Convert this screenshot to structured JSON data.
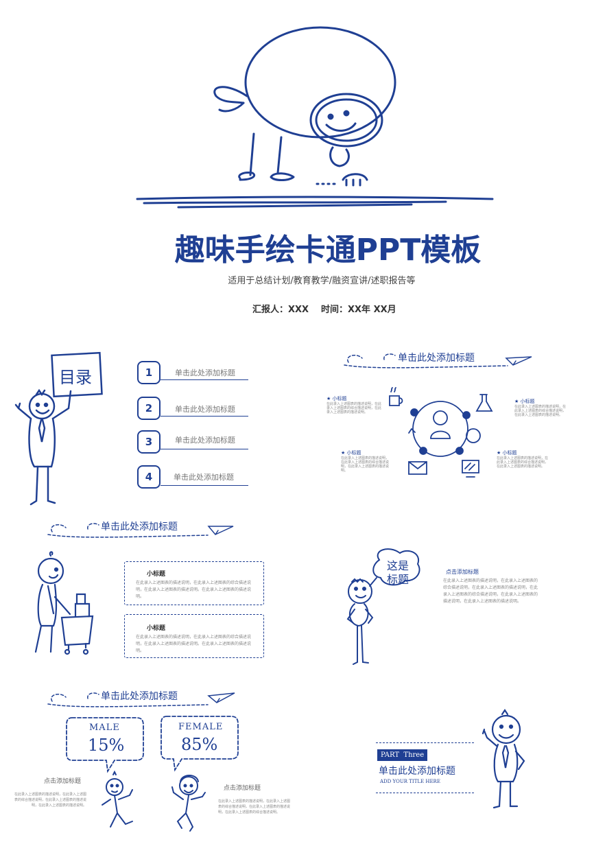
{
  "cover": {
    "title": "趣味手绘卡通PPT模板",
    "subtitle": "适用于总结计划/教育教学/融资宣讲/述职报告等",
    "reporter": "汇报人：XXX",
    "time": "时间：XX年 XX月"
  },
  "toc": {
    "sign": "目录",
    "items": [
      {
        "num": "1",
        "label": "单击此处添加标题"
      },
      {
        "num": "2",
        "label": "单击此处添加标题"
      },
      {
        "num": "3",
        "label": "单击此处添加标题"
      },
      {
        "num": "4",
        "label": "单击此处添加标题"
      }
    ]
  },
  "cycle": {
    "title": "单击此处添加标题",
    "items": [
      {
        "title": "小标题",
        "text": "在此录入上述图表的描述说明，在此录入上述图表的综合描述说明，在此录入上述图表的描述说明。"
      },
      {
        "title": "小标题",
        "text": "在此录入上述图表的描述说明，在此录入上述图表的综合描述说明，在此录入上述图表的描述说明。"
      },
      {
        "title": "小标题",
        "text": "在此录入上述图表的描述说明，在此录入上述图表的综合描述说明，在此录入上述图表的描述说明。"
      },
      {
        "title": "小标题",
        "text": "在此录入上述图表的描述说明，在此录入上述图表的综合描述说明，在此录入上述图表的描述说明。"
      }
    ]
  },
  "boxes": {
    "title": "单击此处添加标题",
    "items": [
      {
        "title": "小标题",
        "text": "在此录入上述图表的描述说明，在此录入上述图表的综合描述说明，在此录入上述图表的描述说明。在此录入上述图表的描述说明。"
      },
      {
        "title": "小标题",
        "text": "在此录入上述图表的描述说明，在此录入上述图表的综合描述说明，在此录入上述图表的描述说明。在此录入上述图表的描述说明。"
      }
    ]
  },
  "speech": {
    "bubble": "这是\n标题",
    "heading": "点击添加标题",
    "text": "在此录入上述图表的描述说明，在此录入上述图表的综合描述说明，在此录入上述图表的描述说明，在此录入上述图表的综合描述说明，在此录入上述图表的描述说明，在此录入上述图表的描述说明。"
  },
  "gender": {
    "title": "单击此处添加标题",
    "male_label": "MALE",
    "male_value": "15%",
    "female_label": "FEMALE",
    "female_value": "85%",
    "left_heading": "点击添加标题",
    "left_text": "在此录入上述图表的描述说明，在此录入上述图表的综合描述说明，在此录入上述图表的描述说明，在此录入上述图表的描述说明。",
    "right_heading": "点击添加标题",
    "right_text": "在此录入上述图表的描述说明，在此录入上述图表的综合描述说明，在此录入上述图表的描述说明，在此录入上述图表的综合描述说明。"
  },
  "part": {
    "tag": "PART  Three",
    "title": "单击此处添加标题",
    "subtitle": "ADD YOUR TITLE HERE"
  },
  "colors": {
    "accent": "#1f3f93",
    "gray_text": "#8a8a8a"
  }
}
